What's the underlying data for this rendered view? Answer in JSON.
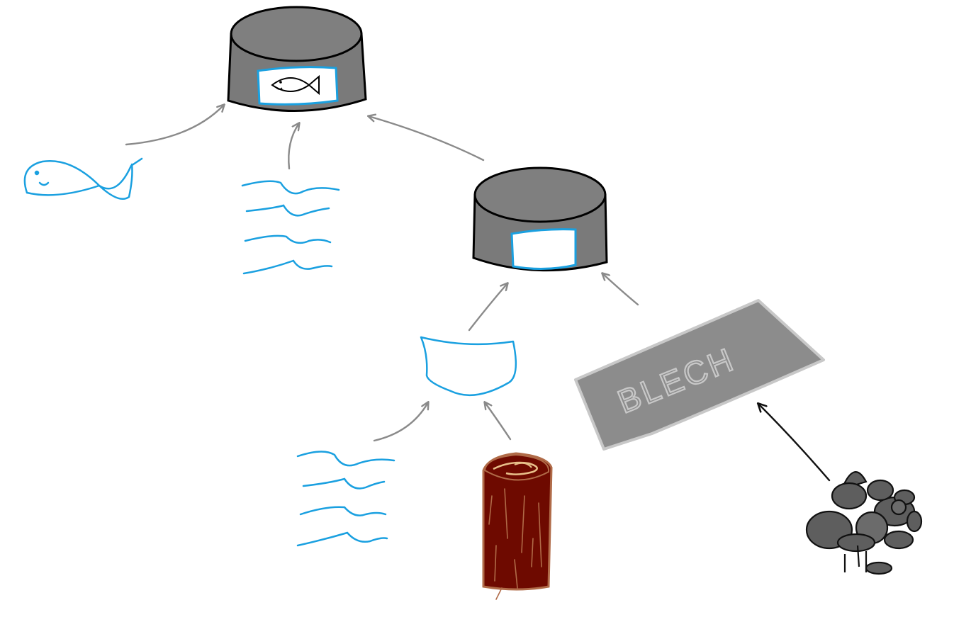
{
  "colors": {
    "arrow": "#8a8a8a",
    "arrow_dark": "#111111",
    "water": "#1aa0e0",
    "fish": "#1aa0e0",
    "can_body": "#7a7a7a",
    "can_outline": "#000000",
    "sheet": "#8c8c8c",
    "sheet_edge": "#c8c8c8",
    "log_bark": "#6e0a00",
    "log_outline": "#b06b48",
    "log_top": "#e8c08a",
    "ore": "#5e5e5e"
  },
  "sheet": {
    "label": "BLECH"
  },
  "items": [
    {
      "name": "fish-can",
      "icon": "canned-fish-icon"
    },
    {
      "name": "fish",
      "icon": "fish-icon"
    },
    {
      "name": "water",
      "icon": "water-icon"
    },
    {
      "name": "empty-can",
      "icon": "tin-can-icon"
    },
    {
      "name": "bowl",
      "icon": "bowl-icon"
    },
    {
      "name": "wood-log",
      "icon": "log-icon"
    },
    {
      "name": "metal-sheet",
      "icon": "sheet-metal-icon"
    },
    {
      "name": "ore-pile",
      "icon": "ore-icon"
    }
  ]
}
